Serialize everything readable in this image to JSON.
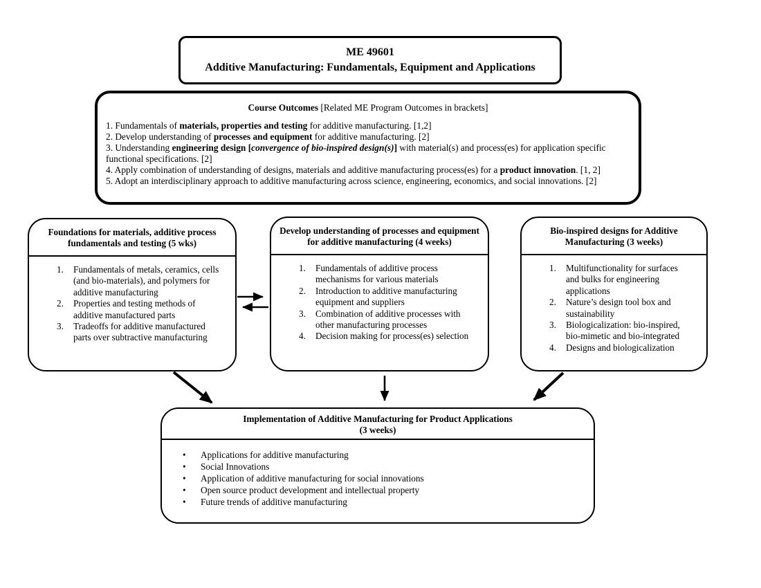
{
  "title_box": {
    "line1": "ME 49601",
    "line2": "Additive Manufacturing: Fundamentals, Equipment and Applications"
  },
  "outcomes": {
    "heading_bold": "Course Outcomes",
    "heading_note": " [Related ME Program Outcomes in brackets]",
    "items": [
      [
        {
          "t": "1. Fundamentals of "
        },
        {
          "t": "materials, properties and testing",
          "b": true
        },
        {
          "t": " for additive manufacturing. [1,2]"
        }
      ],
      [
        {
          "t": "2. Develop understanding of "
        },
        {
          "t": "processes and equipment",
          "b": true
        },
        {
          "t": " for additive manufacturing. [2]"
        }
      ],
      [
        {
          "t": "3. Understanding "
        },
        {
          "t": "engineering design [",
          "b": true
        },
        {
          "t": "convergence of bio-inspired design(s)",
          "b": true,
          "i": true
        },
        {
          "t": "]",
          "b": true
        },
        {
          "t": " with material(s) and process(es) for application specific functional specifications. [2]"
        }
      ],
      [
        {
          "t": "4. Apply combination of understanding of designs, materials and additive manufacturing process(es) for a "
        },
        {
          "t": "product innovation",
          "b": true
        },
        {
          "t": ". [1, 2]"
        }
      ],
      [
        {
          "t": "5. Adopt an interdisciplinary approach to additive manufacturing across science, engineering, economics, and social innovations. [2]"
        }
      ]
    ]
  },
  "foundations": {
    "title": "Foundations for materials, additive process fundamentals and testing (5 wks)",
    "items": [
      "Fundamentals of metals, ceramics, cells (and bio-materials), and polymers for additive manufacturing",
      "Properties and testing methods of additive manufactured parts",
      "Tradeoffs for additive manufactured parts over subtractive manufacturing"
    ]
  },
  "processes": {
    "title": "Develop understanding of processes and equipment for additive manufacturing (4 weeks)",
    "items": [
      "Fundamentals of additive process mechanisms for various materials",
      "Introduction to additive manufacturing equipment and suppliers",
      "Combination of additive processes with other manufacturing processes",
      "Decision making for process(es) selection"
    ]
  },
  "bioinspired": {
    "title": "Bio-inspired designs for Additive Manufacturing (3 weeks)",
    "items": [
      "Multifunctionality for surfaces and bulks for engineering applications",
      "Nature’s design tool box and sustainability",
      "Biologicalization: bio-inspired, bio-mimetic and bio-integrated",
      "Designs and biologicalization"
    ]
  },
  "implementation": {
    "title": "Implementation of Additive Manufacturing for Product Applications",
    "subtitle": "(3 weeks)",
    "items": [
      "Applications for additive manufacturing",
      "Social Innovations",
      "Application of additive manufacturing for social innovations",
      "Open source product development and intellectual property",
      "Future trends of additive manufacturing"
    ]
  },
  "colors": {
    "ink": "#000000",
    "background": "#ffffff"
  }
}
